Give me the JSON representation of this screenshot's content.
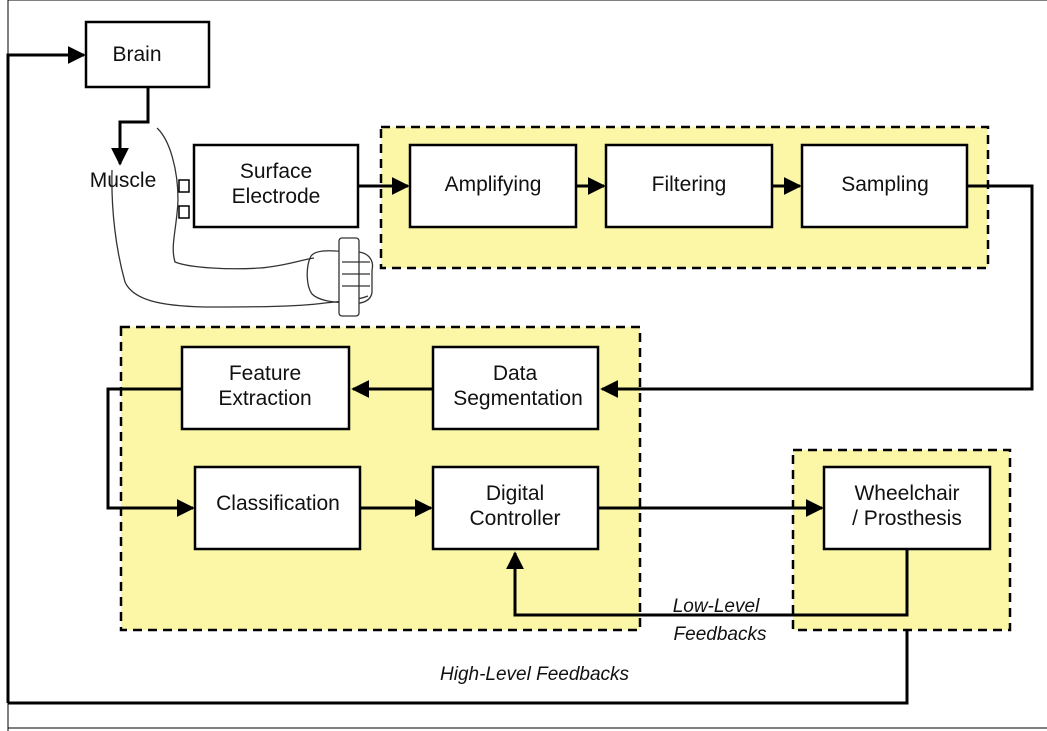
{
  "diagram": {
    "nodes": {
      "brain": [
        "Brain"
      ],
      "muscle": [
        "Muscle"
      ],
      "surface_electrode": [
        "Surface",
        "Electrode"
      ],
      "amplifying": [
        "Amplifying"
      ],
      "filtering": [
        "Filtering"
      ],
      "sampling": [
        "Sampling"
      ],
      "data_segmentation": [
        "Data",
        "Segmentation"
      ],
      "feature_extraction": [
        "Feature",
        "Extraction"
      ],
      "classification": [
        "Classification"
      ],
      "digital_controller": [
        "Digital",
        "Controller"
      ],
      "wheelchair_prosthesis": [
        "Wheelchair",
        "/ Prosthesis"
      ]
    },
    "labels": {
      "low_level": [
        "Low-Level",
        "Feedbacks"
      ],
      "high_level": "High-Level Feedbacks"
    },
    "colors": {
      "zone_fill": "#fbf7a6",
      "stroke": "#000000"
    }
  }
}
